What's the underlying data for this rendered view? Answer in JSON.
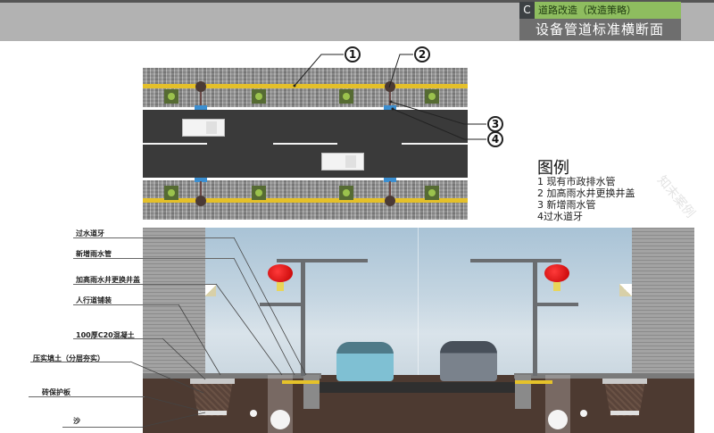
{
  "header": {
    "badge": "C",
    "section": "道路改造（改造策略）",
    "title": "设备管道标准横断面",
    "colors": {
      "band": "#b2b2b2",
      "badge": "#3d4144",
      "section": "#8ebd5f",
      "title_bg": "#6e6e6e"
    }
  },
  "plan": {
    "callouts": [
      "1",
      "2",
      "3",
      "4"
    ],
    "colors": {
      "road": "#3a3a3a",
      "sidewalk": "#9a9a9a",
      "pipe_line": "#e4c02a",
      "inlet": "#3b8ed0",
      "manhole": "#4b3a35",
      "tree": "#566b33"
    }
  },
  "legend": {
    "title": "图例",
    "items": [
      "1 现有市政排水管",
      "2 加高雨水井更换井盖",
      "3 新增雨水管",
      "4过水道牙"
    ]
  },
  "section": {
    "labels": [
      "过水道牙",
      "新增雨水管",
      "加高雨水井更换井盖",
      "人行道铺装",
      "100厚C20混凝土",
      "压实填土（分层夯实）",
      "砖保护板",
      "沙"
    ],
    "colors": {
      "sky": "#b9cedd",
      "soil": "#4d3a31",
      "wall": "#9a9a9a",
      "lantern": "#d40000",
      "kerb": "#e5c22a"
    }
  },
  "watermark": "知末案例"
}
